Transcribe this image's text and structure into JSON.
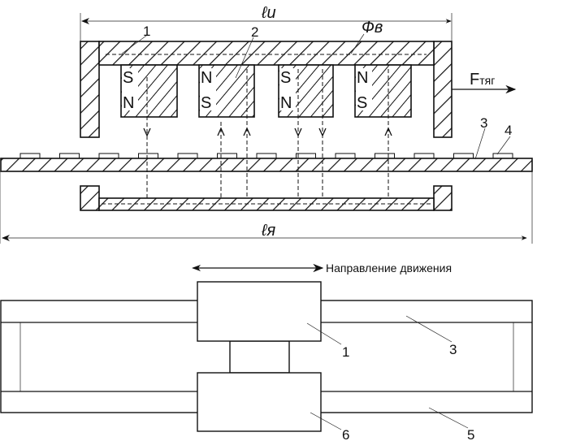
{
  "top_view": {
    "dim_inductor": "ℓu",
    "dim_armature": "ℓя",
    "label_1": "1",
    "label_2": "2",
    "label_3": "3",
    "label_4": "4",
    "flux": "Фв",
    "force": "Fтяг",
    "magnets": [
      {
        "top": "S",
        "bottom": "N"
      },
      {
        "top": "N",
        "bottom": "S"
      },
      {
        "top": "S",
        "bottom": "N"
      },
      {
        "top": "N",
        "bottom": "S"
      }
    ]
  },
  "plan_view": {
    "direction_caption": "Направление движения",
    "label_1": "1",
    "label_3": "3",
    "label_5": "5",
    "label_6": "6"
  }
}
